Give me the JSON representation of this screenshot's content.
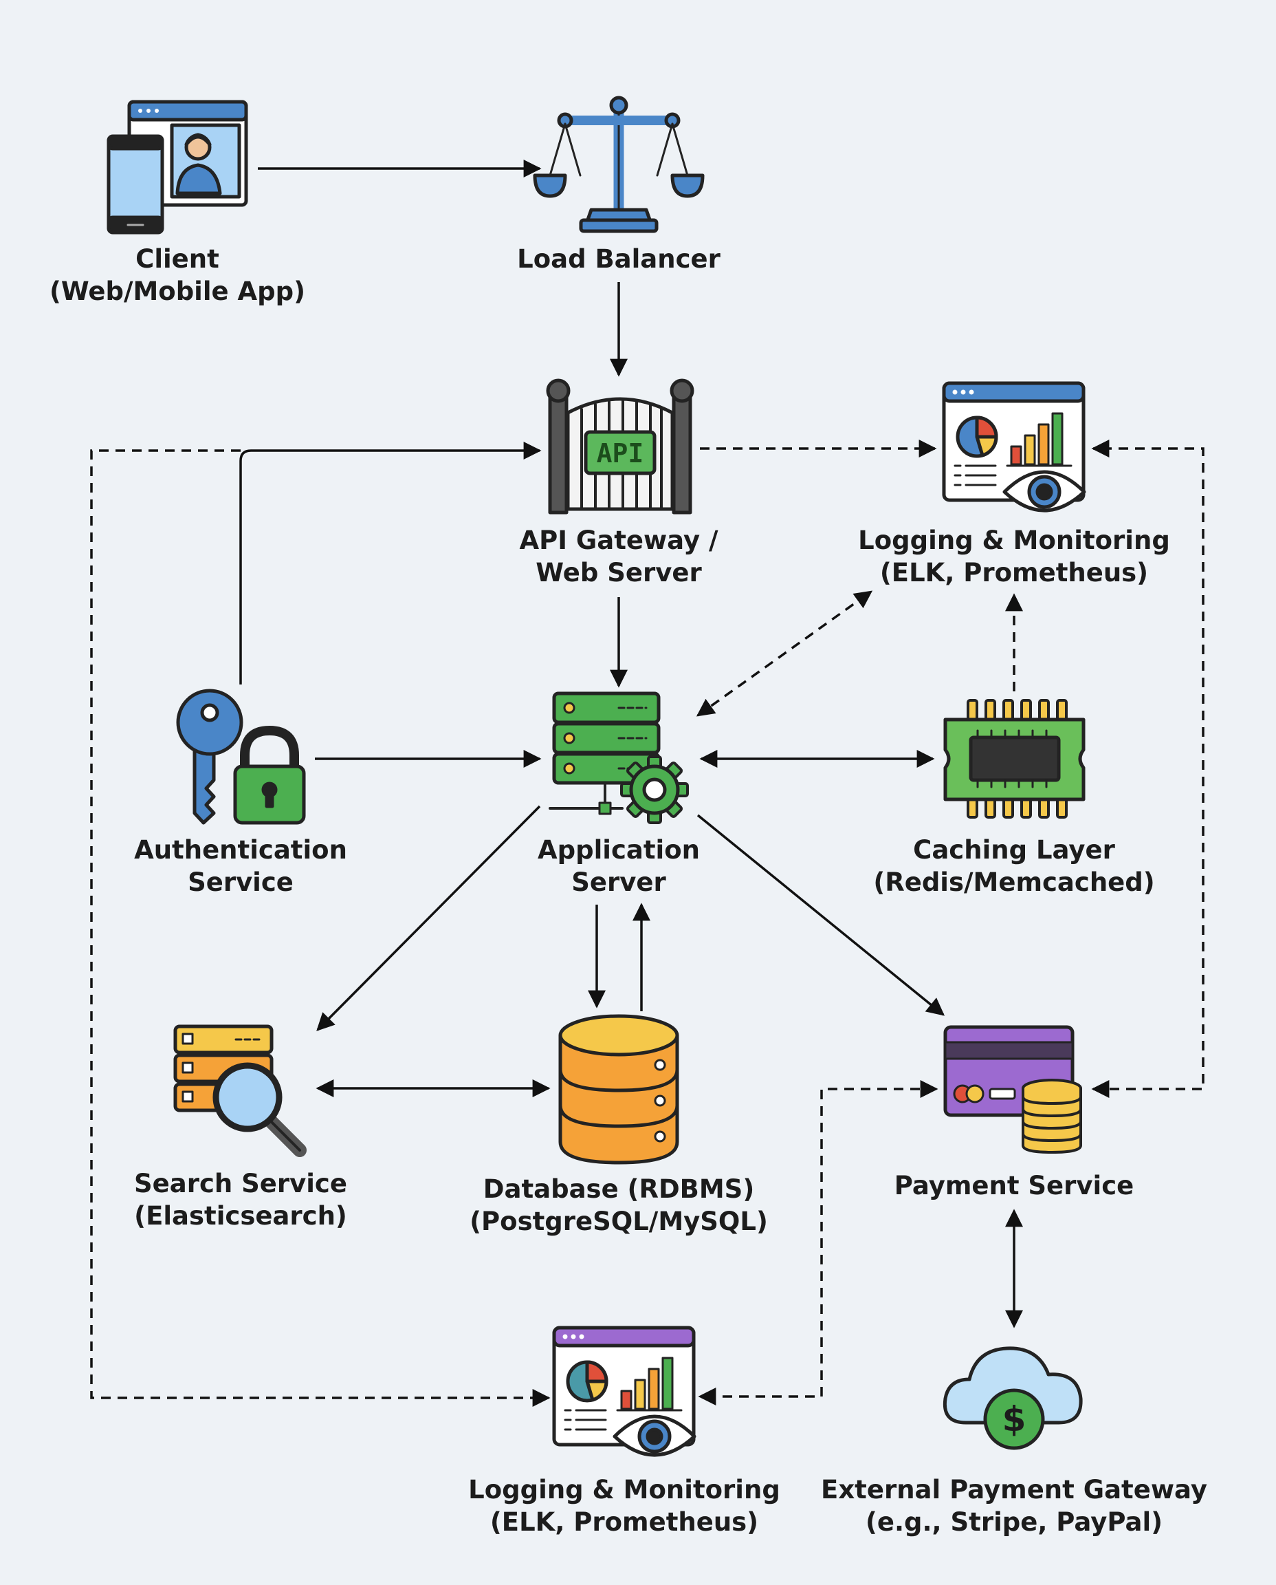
{
  "nodes": {
    "client": {
      "line1": "Client",
      "line2": "(Web/Mobile App)",
      "icon": "client-device-icon"
    },
    "load_balancer": {
      "line1": "Load Balancer",
      "icon": "balance-scale-icon"
    },
    "api_gateway": {
      "line1": "API Gateway /",
      "line2": "Web Server",
      "icon": "api-gate-icon",
      "badge": "API"
    },
    "logging_top": {
      "line1": "Logging & Monitoring",
      "line2": "(ELK, Prometheus)",
      "icon": "monitoring-dashboard-icon"
    },
    "auth": {
      "line1": "Authentication",
      "line2": "Service",
      "icon": "key-lock-icon"
    },
    "app_server": {
      "line1": "Application",
      "line2": "Server",
      "icon": "server-gear-icon"
    },
    "cache": {
      "line1": "Caching Layer",
      "line2": "(Redis/Memcached)",
      "icon": "memory-chip-icon"
    },
    "search": {
      "line1": "Search Service",
      "line2": "(Elasticsearch)",
      "icon": "server-magnifier-icon"
    },
    "database": {
      "line1": "Database (RDBMS)",
      "line2": "(PostgreSQL/MySQL)",
      "icon": "database-cylinder-icon"
    },
    "payment": {
      "line1": "Payment Service",
      "icon": "card-coins-icon"
    },
    "logging_bottom": {
      "line1": "Logging & Monitoring",
      "line2": "(ELK, Prometheus)",
      "icon": "monitoring-dashboard-icon"
    },
    "external_gateway": {
      "line1": "External Payment Gateway",
      "line2": "(e.g., Stripe, PayPal)",
      "icon": "cloud-dollar-icon"
    }
  },
  "colors": {
    "background": "#eef2f6",
    "blue": "#4a86c8",
    "light_blue": "#a9d3f5",
    "green": "#4caf50",
    "orange": "#f5a238",
    "yellow": "#f5c84a",
    "purple": "#9c6ad0",
    "red": "#e0503a",
    "outline": "#232323"
  }
}
